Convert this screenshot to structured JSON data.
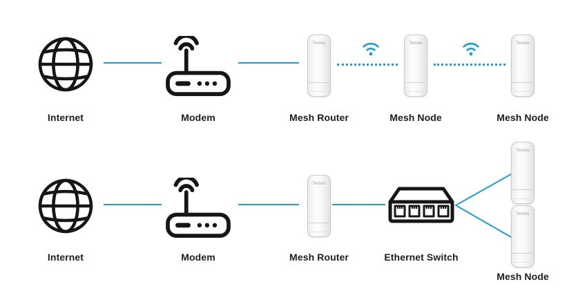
{
  "accent": "#1b9dd9",
  "brand": "Tenda",
  "row1": {
    "internet": "Internet",
    "modem": "Modem",
    "mesh_router": "Mesh Router",
    "mesh_node_1": "Mesh Node",
    "mesh_node_2": "Mesh Node"
  },
  "row2": {
    "internet": "Internet",
    "modem": "Modem",
    "mesh_router": "Mesh Router",
    "ethernet_switch": "Ethernet Switch",
    "mesh_node": "Mesh Node"
  }
}
